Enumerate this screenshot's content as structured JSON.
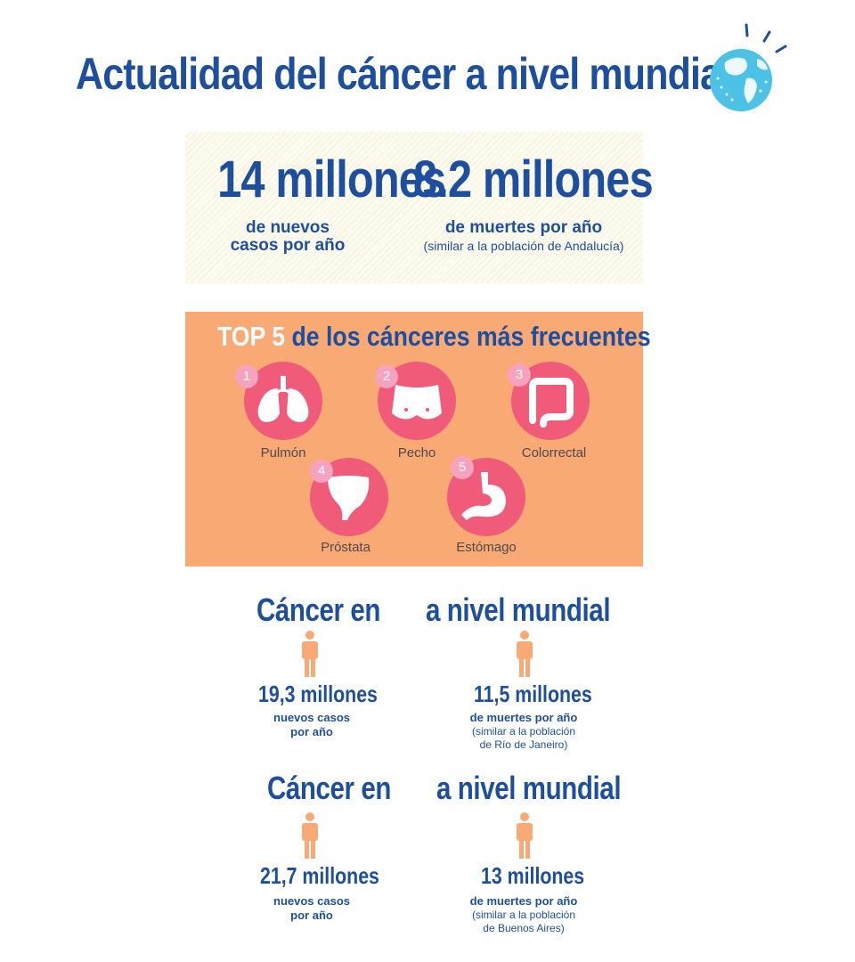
{
  "title": "Actualidad del cáncer a nivel mundial",
  "stats": {
    "new_cases": {
      "value": "14 millones",
      "label_line1": "de nuevos",
      "label_line2": "casos por año"
    },
    "deaths": {
      "value": "8.2 millones",
      "label": "de muertes por año",
      "note": "(similar a la población de Andalucía)"
    }
  },
  "top5": {
    "title_highlight": "TOP 5",
    "title_rest": "de los cánceres más frecuentes",
    "items": [
      {
        "rank": "1",
        "label": "Pulmón",
        "icon": "lungs-icon"
      },
      {
        "rank": "2",
        "label": "Pecho",
        "icon": "breast-icon"
      },
      {
        "rank": "3",
        "label": "Colorrectal",
        "icon": "colon-icon"
      },
      {
        "rank": "4",
        "label": "Próstata",
        "icon": "prostate-icon"
      },
      {
        "rank": "5",
        "label": "Estómago",
        "icon": "stomach-icon"
      }
    ]
  },
  "projections": [
    {
      "heading_left": "Cáncer en",
      "heading_right": "a nivel mundial",
      "cases": {
        "value": "19,3 millones",
        "line1": "nuevos casos",
        "line2": "por año"
      },
      "deaths": {
        "value": "11,5 millones",
        "line1": "de muertes por año",
        "note1": "(similar a la población",
        "note2": "de Río de Janeiro)"
      }
    },
    {
      "heading_left": "Cáncer en",
      "heading_right": "a nivel mundial",
      "cases": {
        "value": "21,7 millones",
        "line1": "nuevos casos",
        "line2": "por año"
      },
      "deaths": {
        "value": "13 millones",
        "line1": "de muertes por año",
        "note1": "(similar a la población",
        "note2": "de Buenos Aires)"
      }
    }
  ],
  "colors": {
    "primary_blue": "#1d4f9e",
    "orange_panel": "#f9a974",
    "organ_circle": "#ef5b79",
    "rank_badge": "#f6a3c0",
    "person": "#f9a974",
    "globe": "#4cc3e6"
  }
}
